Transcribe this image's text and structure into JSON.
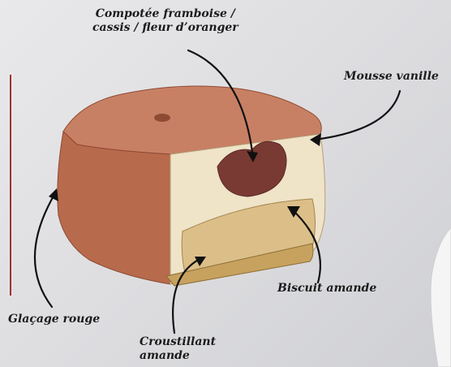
{
  "annotations": {
    "compotee_line1": "Compotée framboise /",
    "compotee_line2": "cassis / fleur d’oranger",
    "mousse": "Mousse vanille",
    "biscuit": "Biscuit amande",
    "glacage": "Glaçage rouge",
    "croustillant_line1": "Croustillant",
    "croustillant_line2": "amande"
  },
  "colors": {
    "glaze": "#b86a4c",
    "glaze_dark": "#8f4a33",
    "mousse": "#efe3c8",
    "compotee": "#7a3a34",
    "biscuit": "#d9b77e",
    "accent_line": "#a3322c",
    "arrow": "#111111"
  }
}
